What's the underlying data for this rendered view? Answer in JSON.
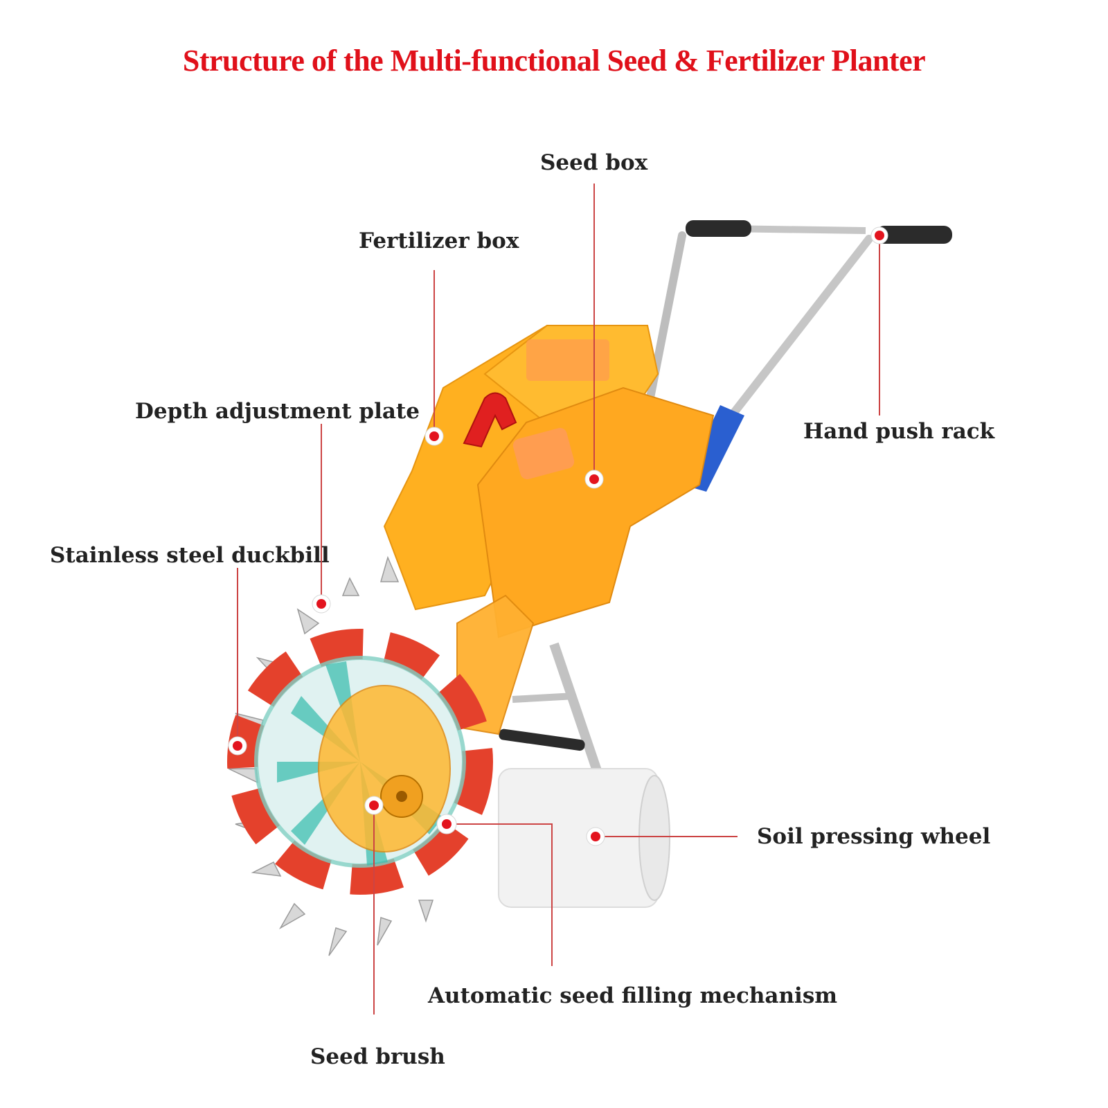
{
  "title": "Structure of the Multi-functional Seed & Fertilizer Planter",
  "colors": {
    "title": "#e0101a",
    "label_text": "#222222",
    "marker": "#e3141e",
    "leader_line": "#cc4444",
    "machine_body": "#ffb020",
    "wheel_plates": "#e4412c",
    "handle_grip": "#2b2b2b",
    "frame_metal": "#c8c8c8",
    "press_wheel": "#f2f2f2",
    "bracket": "#2a5fd0"
  },
  "labels": {
    "seed_box": "Seed box",
    "fertilizer_box": "Fertilizer box",
    "hand_push_rack": "Hand push rack",
    "depth_adjustment_plate": "Depth adjustment plate",
    "stainless_steel_duckbill": "Stainless steel duckbill",
    "soil_pressing_wheel": "Soil pressing wheel",
    "automatic_seed_filling": "Automatic seed filling mechanism",
    "seed_brush": "Seed brush"
  }
}
